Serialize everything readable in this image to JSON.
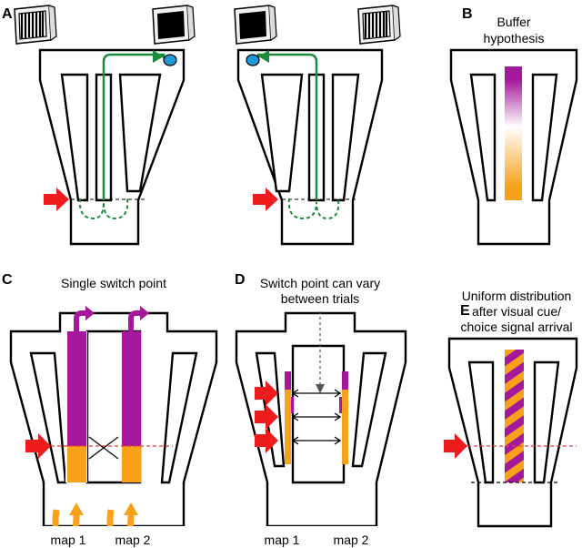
{
  "panels": {
    "a": {
      "letter": "A"
    },
    "b": {
      "letter": "B",
      "title": [
        "Buffer",
        "hypothesis"
      ]
    },
    "c": {
      "letter": "C",
      "title": [
        "Single switch point"
      ],
      "maps": [
        "map 1",
        "map 2"
      ]
    },
    "d": {
      "letter": "D",
      "title": [
        "Switch point can vary",
        "between trials"
      ],
      "maps": [
        "map 1",
        "map 2"
      ]
    },
    "e": {
      "letter": "E",
      "title": [
        "Uniform distribution",
        "after visual cue/",
        "choice signal arrival"
      ]
    }
  },
  "colors": {
    "magenta": "#a5189b",
    "orange": "#f7a11a",
    "red_arrow": "#ee1c1c",
    "green": "#1a8c3c",
    "reward_port": "#1f9ad6",
    "red_dash": "#e63a3a"
  },
  "icons": [
    "vertical-grating-monitor-icon",
    "black-screen-monitor-icon",
    "red-cue-arrow-icon",
    "reward-port-icon"
  ]
}
